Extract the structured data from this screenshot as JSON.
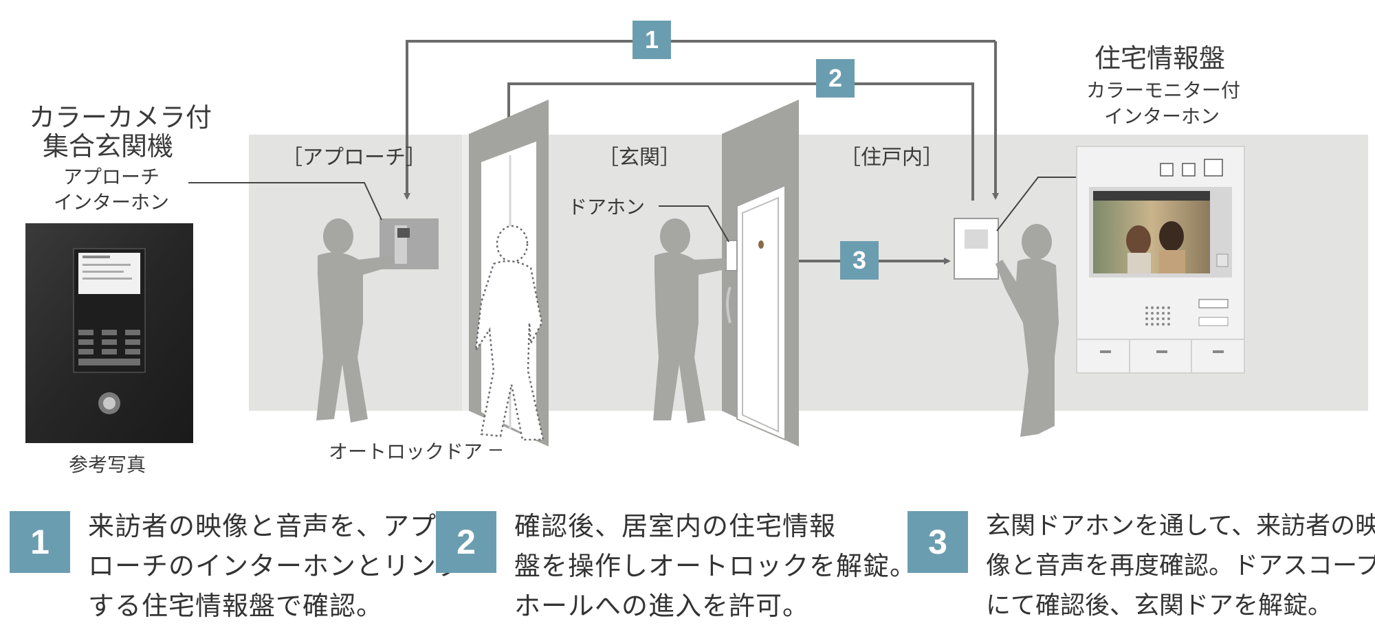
{
  "colors": {
    "badge": "#6b9db0",
    "band": "#e3e3e1",
    "silhouette": "#a6a6a3",
    "door": "#a3a3a0",
    "arrow": "#6b6b6b",
    "text": "#3a3a3a"
  },
  "left_device": {
    "title_line1": "カラーカメラ付",
    "title_line2": "集合玄関機",
    "sub_line1": "アプローチ",
    "sub_line2": "インターホン",
    "photo_caption": "参考写真"
  },
  "right_device": {
    "title": "住宅情報盤",
    "sub_line1": "カラーモニター付",
    "sub_line2": "インターホン"
  },
  "zones": {
    "approach": "［アプローチ］",
    "entrance": "［玄関］",
    "inside": "［住戸内］"
  },
  "labels": {
    "door_phone": "ドアホン",
    "autolock_door": "オートロックドア"
  },
  "flow_badges": [
    "1",
    "2",
    "3"
  ],
  "steps": [
    {
      "num": "1",
      "lines": [
        "来訪者の映像と音声を、アプ",
        "ローチのインターホンとリンク",
        "する住宅情報盤で確認。"
      ]
    },
    {
      "num": "2",
      "lines": [
        "確認後、居室内の住宅情報",
        "盤を操作しオートロックを解錠。",
        "ホールへの進入を許可。"
      ]
    },
    {
      "num": "3",
      "lines": [
        "玄関ドアホンを通して、来訪者の映",
        "像と音声を再度確認。ドアスコープ",
        "にて確認後、玄関ドアを解錠。"
      ]
    }
  ],
  "icons": [
    "approach-intercom-icon",
    "door-phone-icon",
    "monitor-icon",
    "person-icon",
    "arrow-icon"
  ]
}
